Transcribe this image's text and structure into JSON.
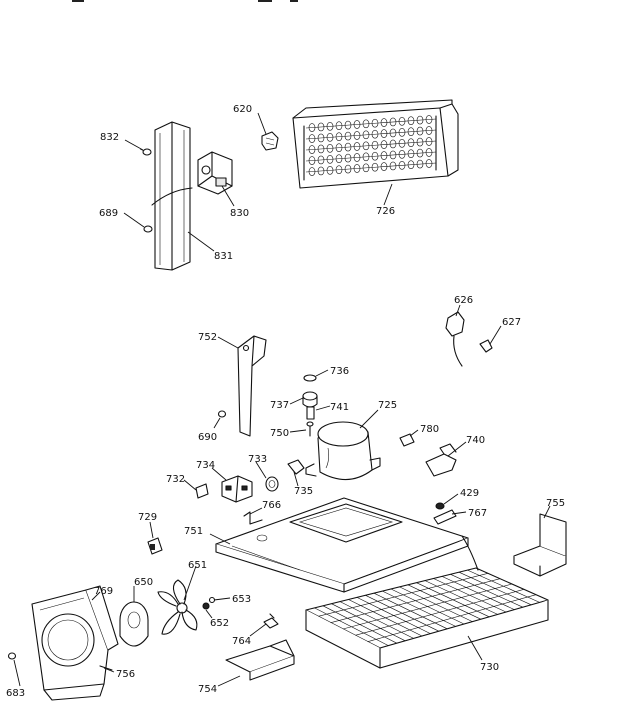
{
  "colors": {
    "ink": "#111111",
    "background": "#ffffff"
  },
  "callouts": [
    {
      "id": "620",
      "text": "620"
    },
    {
      "id": "832",
      "text": "832"
    },
    {
      "id": "830",
      "text": "830"
    },
    {
      "id": "726",
      "text": "726"
    },
    {
      "id": "689",
      "text": "689"
    },
    {
      "id": "831",
      "text": "831"
    },
    {
      "id": "626",
      "text": "626"
    },
    {
      "id": "627",
      "text": "627"
    },
    {
      "id": "752",
      "text": "752"
    },
    {
      "id": "736",
      "text": "736"
    },
    {
      "id": "737",
      "text": "737"
    },
    {
      "id": "741",
      "text": "741"
    },
    {
      "id": "725",
      "text": "725"
    },
    {
      "id": "690",
      "text": "690"
    },
    {
      "id": "750",
      "text": "750"
    },
    {
      "id": "780",
      "text": "780"
    },
    {
      "id": "740",
      "text": "740"
    },
    {
      "id": "734",
      "text": "734"
    },
    {
      "id": "733",
      "text": "733"
    },
    {
      "id": "732",
      "text": "732"
    },
    {
      "id": "735",
      "text": "735"
    },
    {
      "id": "429",
      "text": "429"
    },
    {
      "id": "766",
      "text": "766"
    },
    {
      "id": "755",
      "text": "755"
    },
    {
      "id": "767",
      "text": "767"
    },
    {
      "id": "729",
      "text": "729"
    },
    {
      "id": "751",
      "text": "751"
    },
    {
      "id": "651",
      "text": "651"
    },
    {
      "id": "650",
      "text": "650"
    },
    {
      "id": "769",
      "text": "769"
    },
    {
      "id": "653",
      "text": "653"
    },
    {
      "id": "652",
      "text": "652"
    },
    {
      "id": "764",
      "text": "764"
    },
    {
      "id": "730",
      "text": "730"
    },
    {
      "id": "756",
      "text": "756"
    },
    {
      "id": "683",
      "text": "683"
    },
    {
      "id": "754",
      "text": "754"
    }
  ]
}
